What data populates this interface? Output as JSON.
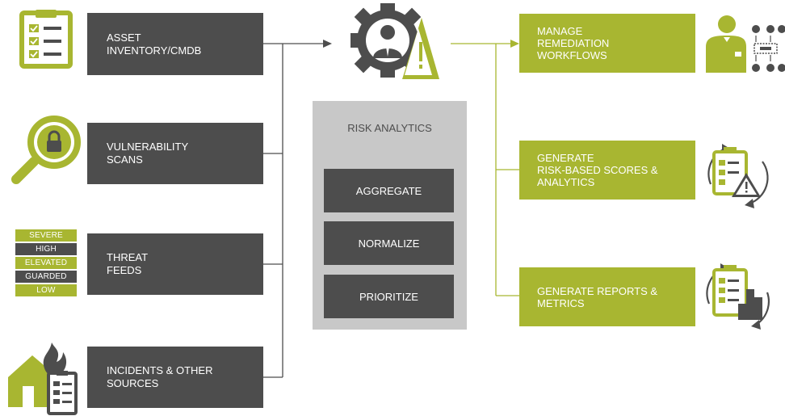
{
  "sources": [
    {
      "label": "ASSET\nINVENTORY/CMDB"
    },
    {
      "label": "VULNERABILITY\nSCANS"
    },
    {
      "label": "THREAT\nFEEDS"
    },
    {
      "label": "INCIDENTS & OTHER\nSOURCES"
    }
  ],
  "threat_levels": [
    {
      "label": "SEVERE",
      "color": "#a8b631"
    },
    {
      "label": "HIGH",
      "color": "#4d4d4d"
    },
    {
      "label": "ELEVATED",
      "color": "#a8b631"
    },
    {
      "label": "GUARDED",
      "color": "#4d4d4d"
    },
    {
      "label": "LOW",
      "color": "#a8b631"
    }
  ],
  "risk_analytics": {
    "title": "RISK ANALYTICS",
    "steps": [
      "AGGREGATE",
      "NORMALIZE",
      "PRIORITIZE"
    ]
  },
  "outputs": [
    {
      "label": "MANAGE\nREMEDIATION\nWORKFLOWS"
    },
    {
      "label": "GENERATE\nRISK-BASED SCORES &\nANALYTICS"
    },
    {
      "label": "GENERATE REPORTS &\nMETRICS"
    }
  ],
  "colors": {
    "green": "#a8b631",
    "dark": "#4d4d4d",
    "panel": "#c8c8c8"
  }
}
